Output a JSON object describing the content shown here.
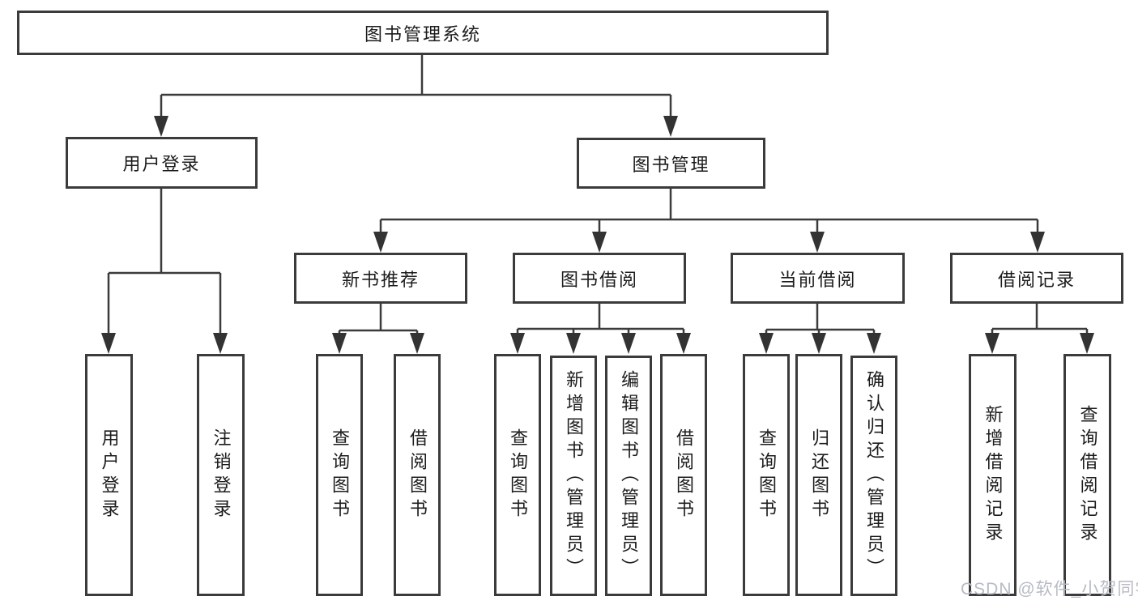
{
  "tree": {
    "root": {
      "label": "图书管理系统"
    },
    "branches": [
      {
        "label": "用户登录",
        "children": [
          {
            "label": "用户登录"
          },
          {
            "label": "注销登录"
          }
        ]
      },
      {
        "label": "图书管理",
        "groups": [
          {
            "label": "新书推荐",
            "children": [
              {
                "label": "查询图书"
              },
              {
                "label": "借阅图书"
              }
            ]
          },
          {
            "label": "图书借阅",
            "children": [
              {
                "label": "查询图书"
              },
              {
                "label": "新增图书（管理员）"
              },
              {
                "label": "编辑图书（管理员）"
              },
              {
                "label": "借阅图书"
              }
            ]
          },
          {
            "label": "当前借阅",
            "children": [
              {
                "label": "查询图书"
              },
              {
                "label": "归还图书"
              },
              {
                "label": "确认归还（管理员）"
              }
            ]
          },
          {
            "label": "借阅记录",
            "children": [
              {
                "label": "新增借阅记录"
              },
              {
                "label": "查询借阅记录"
              }
            ]
          }
        ]
      }
    ]
  },
  "watermark": {
    "text": "CSDN @软件_小贺同学"
  },
  "colors": {
    "line": "#3b3b3b",
    "arrow": "#333333",
    "text": "#1c1c1c",
    "watermark": "#b7bbc4",
    "background": "#ffffff"
  }
}
